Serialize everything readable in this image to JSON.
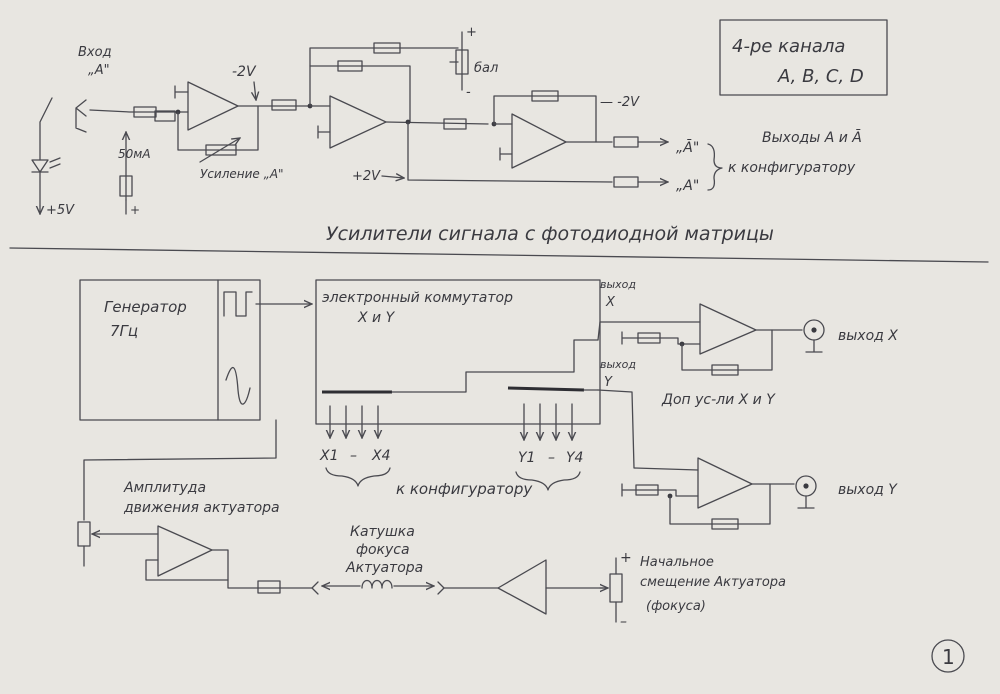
{
  "top": {
    "input_label": [
      "Вход",
      "„A\""
    ],
    "diode_current": "50мА",
    "plus5v": "+5V",
    "plus": "+",
    "minus2v_a": "-2V",
    "gain_label": "Усиление „A\"",
    "balance_plus": "+",
    "balance_label": "бал",
    "balance_minus": "-",
    "minus2v_b": "— -2V",
    "plus2v": "+2V",
    "out_abar": "„Ā\"",
    "out_a": "„A\"",
    "outputs_label": "Выходы A и Ā",
    "to_configurator": "к конфигуратору",
    "channels_box": [
      "4-ре канала",
      "A, B, C, D"
    ],
    "caption": "Усилители сигнала с фотодиодной матрицы"
  },
  "bottom": {
    "generator": [
      "Генератор",
      "7Гц"
    ],
    "switch": [
      "электронный коммутатор",
      "X и Y"
    ],
    "x_out_label": [
      "выход",
      "X"
    ],
    "y_out_label": [
      "выход",
      "Y"
    ],
    "x_range": [
      "X1",
      "–",
      "X4"
    ],
    "y_range": [
      "Y1",
      "–",
      "Y4"
    ],
    "to_configurator": "к конфигуратору",
    "add_amps": "Доп ус-ли X и Y",
    "out_x": "выход X",
    "out_y": "выход Y",
    "amplitude": [
      "Амплитуда",
      "движения актуатора"
    ],
    "coil": [
      "Катушка",
      "фокуса",
      "Актуатора"
    ],
    "offset_plus": "+",
    "offset_minus": "–",
    "offset_label": [
      "Начальное",
      "смещение Актуатора",
      "(фокуса)"
    ],
    "page_number": "1"
  }
}
